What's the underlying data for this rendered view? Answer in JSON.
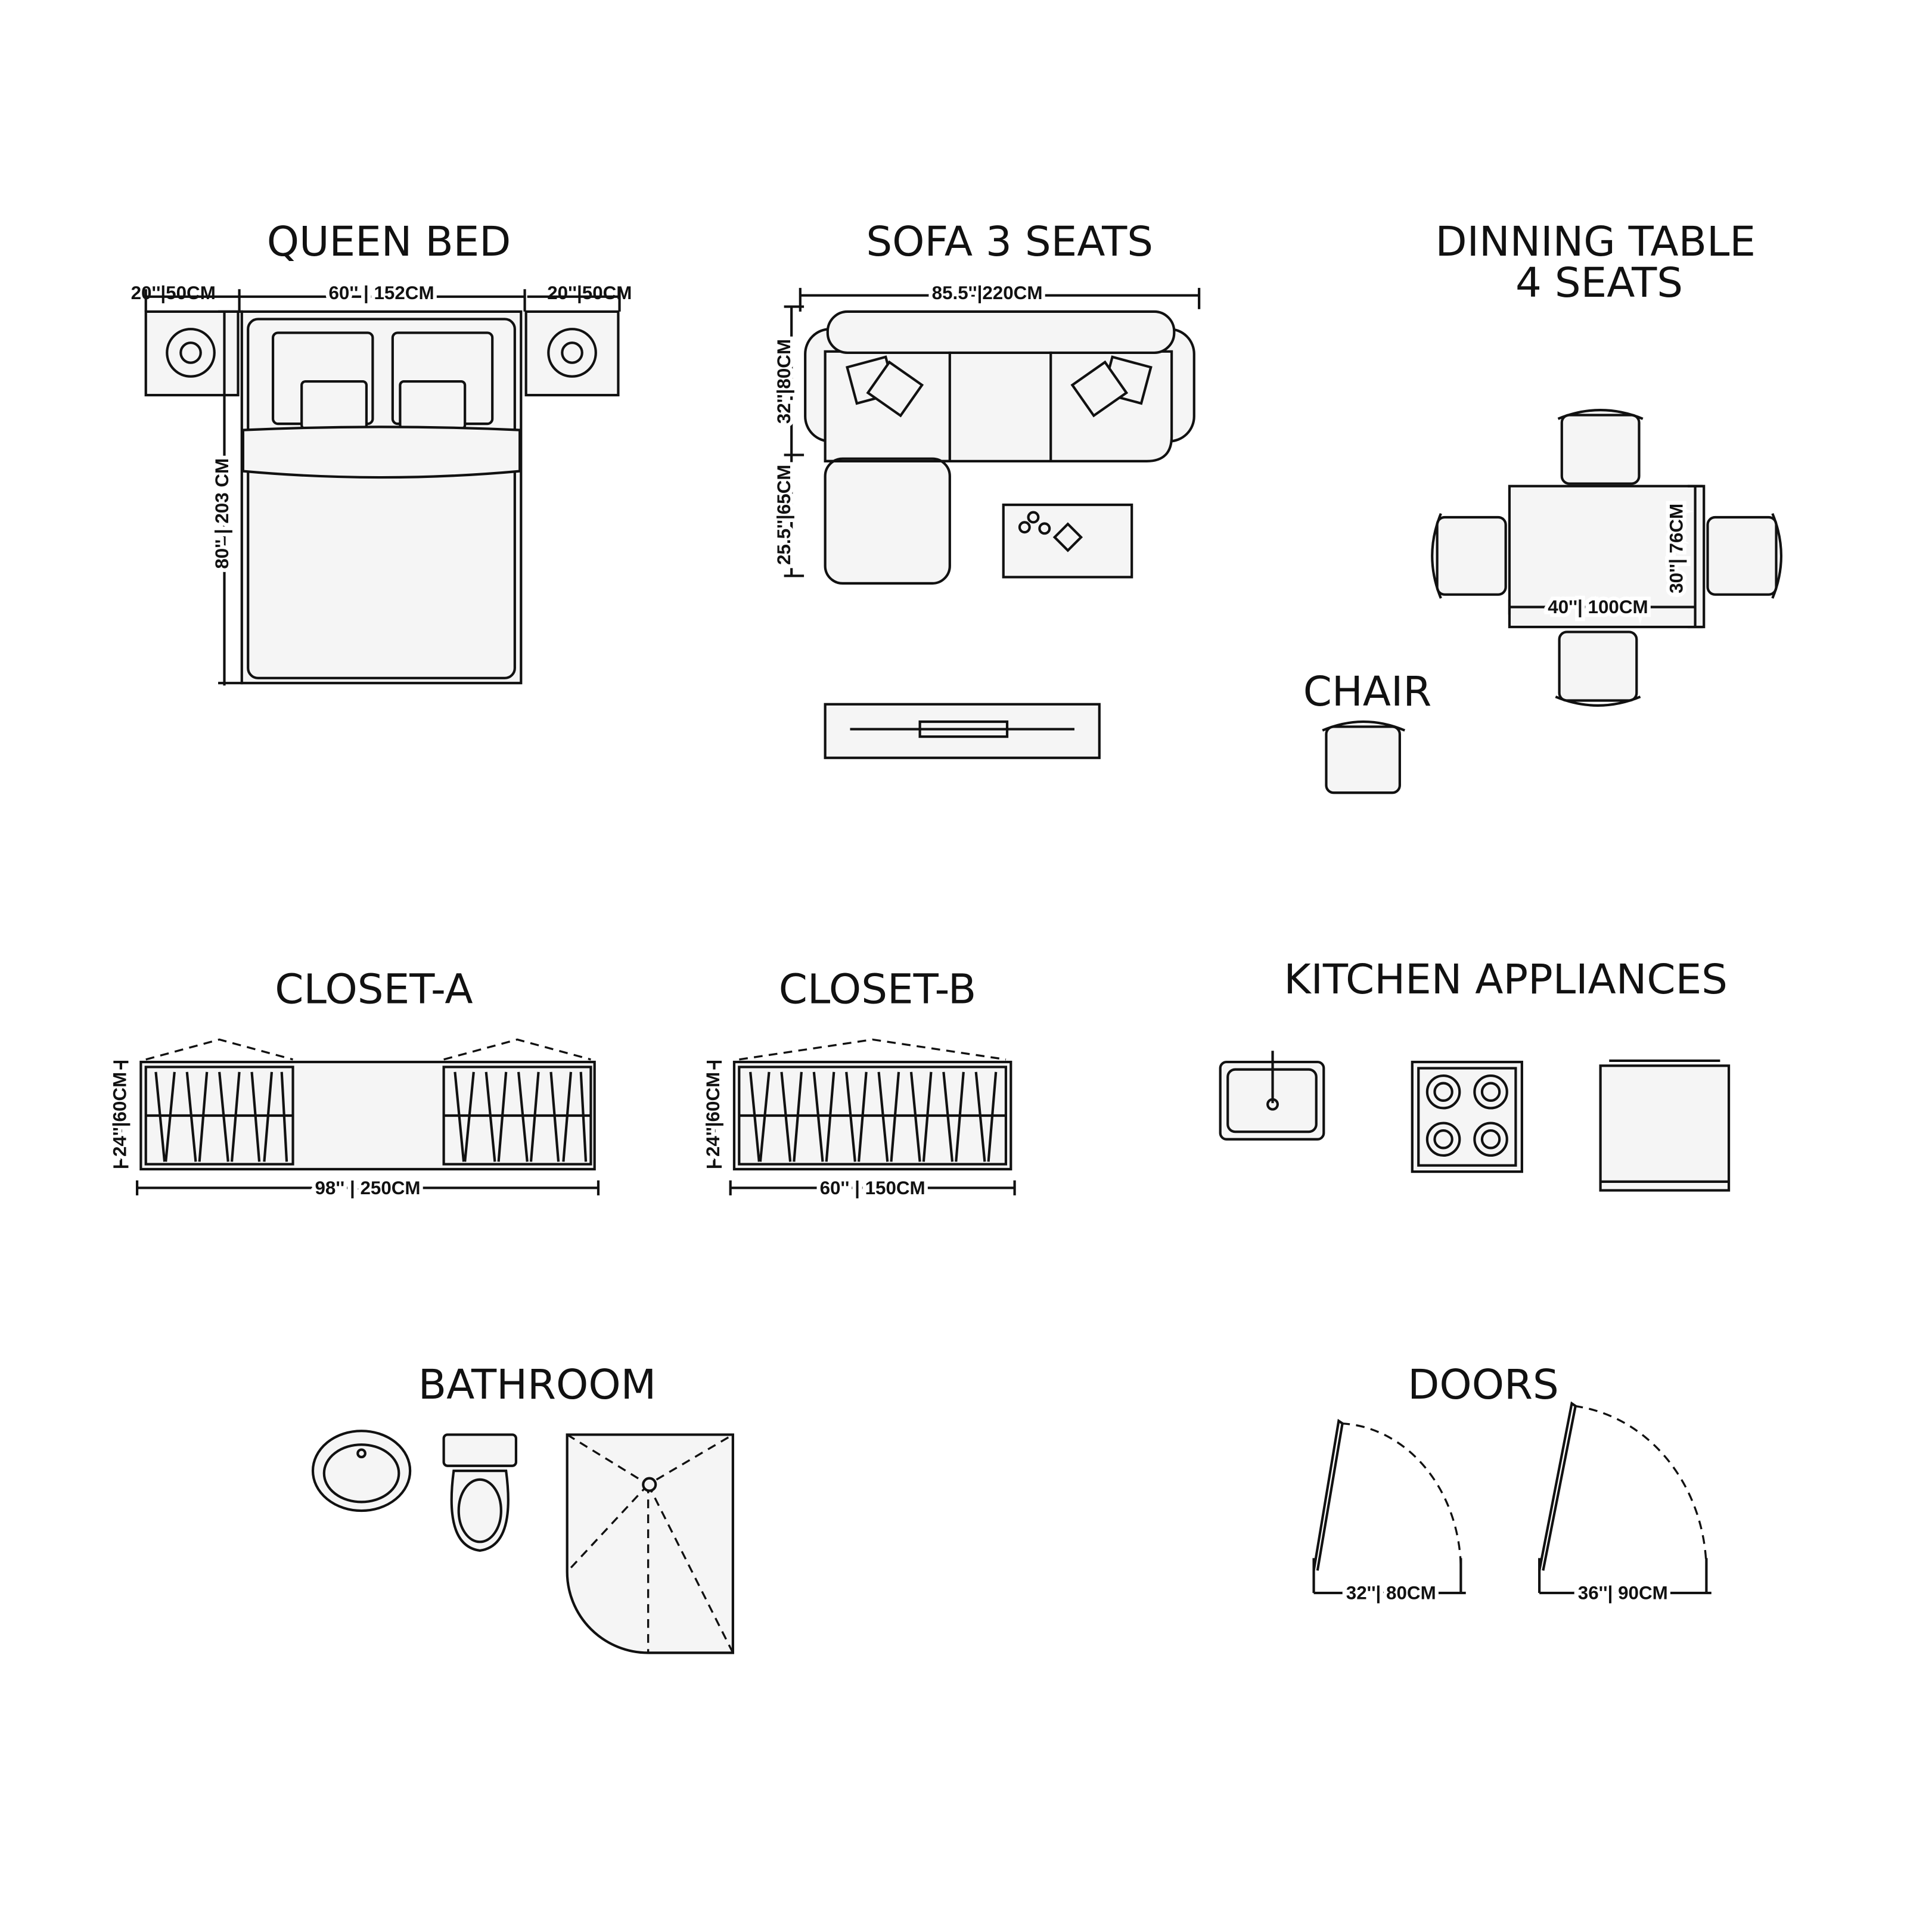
{
  "titles": {
    "queen_bed": "QUEEN BED",
    "sofa": "SOFA 3 SEATS",
    "dining_1": "DINNING TABLE",
    "dining_2": "4 SEATS",
    "chair": "CHAIR",
    "closet_a": "CLOSET-A",
    "closet_b": "CLOSET-B",
    "kitchen": "KITCHEN APPLIANCES",
    "bathroom": "BATHROOM",
    "doors": "DOORS"
  },
  "dims": {
    "bed_nightstand_left": "20''|50CM",
    "bed_width": "60''  | 152CM",
    "bed_nightstand_right": "20''|50CM",
    "bed_length": "80''  | 203  CM",
    "sofa_width": "85.5''|220CM",
    "sofa_depth": "32''|80CM",
    "sofa_chaise": "25.5''|65CM",
    "table_width": "40''| 100CM",
    "table_depth": "30''| 76CM",
    "closet_a_depth": "24''|60CM",
    "closet_a_width": "98''  | 250CM",
    "closet_b_depth": "24''|60CM",
    "closet_b_width": "60''  | 150CM",
    "door_small": "32''| 80CM",
    "door_large": "36''| 90CM"
  },
  "colors": {
    "line": "#111111",
    "fill": "#f5f5f5"
  }
}
